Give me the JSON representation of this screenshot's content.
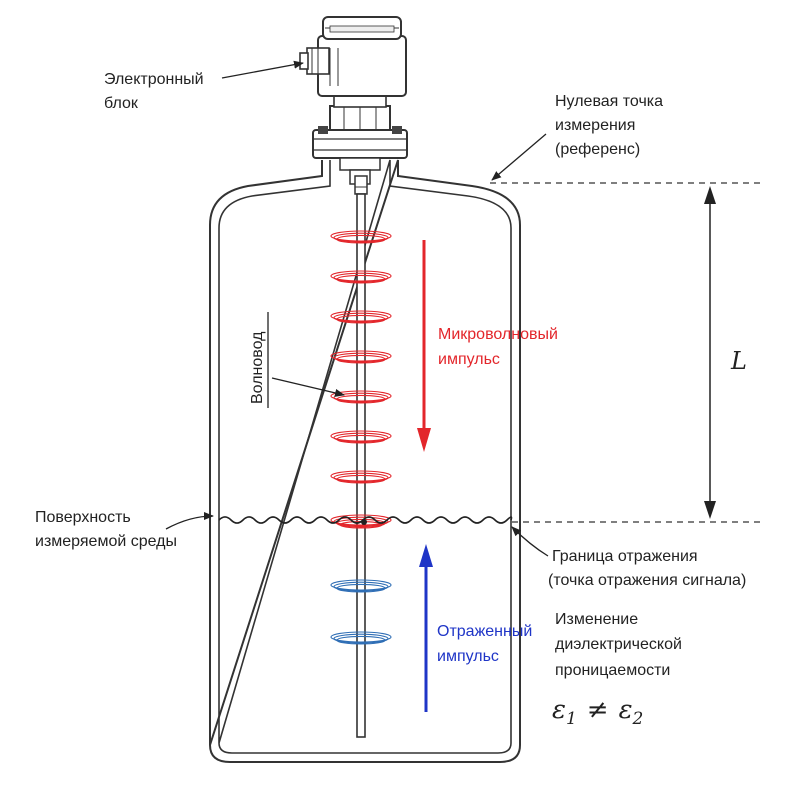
{
  "labels": {
    "electronic_unit": [
      "Электронный",
      "блок"
    ],
    "zero_point": [
      "Нулевая точка",
      "измерения",
      "(референс)"
    ],
    "waveguide": "Волновод",
    "microwave_pulse": [
      "Микроволновый",
      "импульс"
    ],
    "length": "L",
    "surface": [
      "Поверхность",
      "измеряемой среды"
    ],
    "reflection_boundary": [
      "Граница отражения",
      "(точка отражения сигнала)"
    ],
    "reflected_pulse": [
      "Отраженный",
      "импульс"
    ],
    "dielectric_change": [
      "Изменение",
      "диэлектрической",
      "проницаемости"
    ],
    "epsilon": {
      "e1": "ε",
      "s1": "1",
      "neq": "≠",
      "e2": "ε",
      "s2": "2"
    }
  },
  "colors": {
    "outline": "#333333",
    "pulse_red": "#e3262b",
    "pulse_blue": "#2f6eb5",
    "arrow_blue": "#1f35c7",
    "text_red": "#e3262b",
    "text_blue": "#1f35c7"
  }
}
